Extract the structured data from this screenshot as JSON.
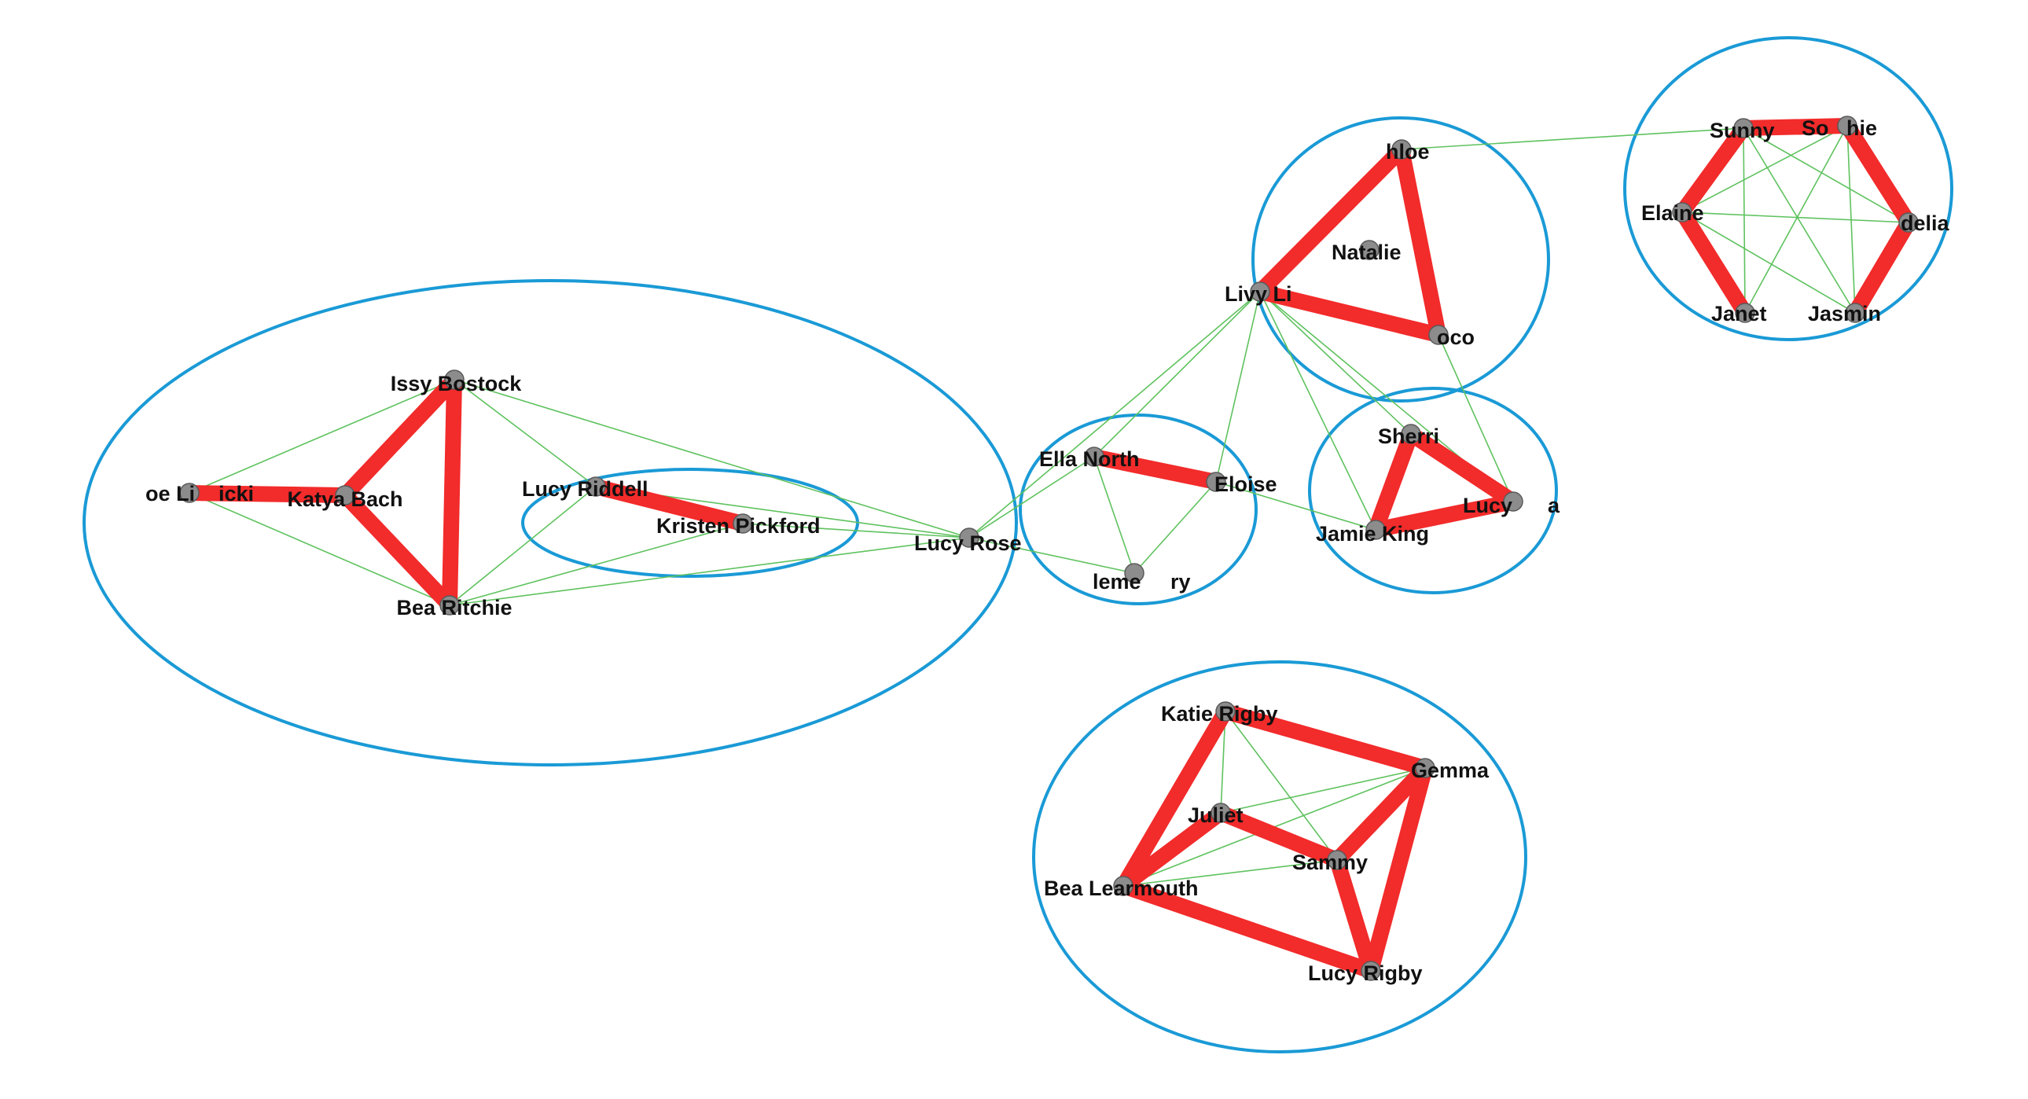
{
  "colors": {
    "background": "#ffffff",
    "strong_edge": "#f22b2b",
    "weak_edge": "#5fc25f",
    "node_fill": "#8c8c8c",
    "node_stroke": "#5a5a5a",
    "cluster_outline": "#1a9ad6",
    "label": "#111111"
  },
  "nodes": [
    {
      "id": "issy_bostock",
      "label": "Issy Bostock"
    },
    {
      "id": "zoe",
      "label": "oe Li    icki"
    },
    {
      "id": "katya_bach",
      "label": "Katya Bach"
    },
    {
      "id": "bea_ritchie",
      "label": "Bea Ritchie"
    },
    {
      "id": "lucy_riddell",
      "label": "Lucy Riddell"
    },
    {
      "id": "kristen_pickford",
      "label": "Kristen Pickford"
    },
    {
      "id": "lucy_rose",
      "label": "Lucy Rose"
    },
    {
      "id": "ella_north",
      "label": "Ella North"
    },
    {
      "id": "eloise",
      "label": "Eloise"
    },
    {
      "id": "clementry",
      "label": "leme     ry"
    },
    {
      "id": "chloe",
      "label": "hloe"
    },
    {
      "id": "natalie",
      "label": "Natalie"
    },
    {
      "id": "livy",
      "label": "Livy Li"
    },
    {
      "id": "coco",
      "label": "oco"
    },
    {
      "id": "sherri",
      "label": "Sherri"
    },
    {
      "id": "lucy_a",
      "label": "Lucy      a"
    },
    {
      "id": "jamie_king",
      "label": "Jamie King"
    },
    {
      "id": "sunny",
      "label": "Sunny"
    },
    {
      "id": "sophie",
      "label": "So   hie"
    },
    {
      "id": "elaine",
      "label": "Elaine"
    },
    {
      "id": "delia",
      "label": "delia"
    },
    {
      "id": "janet",
      "label": "Janet"
    },
    {
      "id": "jasmin",
      "label": "Jasmin"
    },
    {
      "id": "katie_rigby",
      "label": "Katie Rigby"
    },
    {
      "id": "gemma",
      "label": "Gemma"
    },
    {
      "id": "juliet",
      "label": "Juliet"
    },
    {
      "id": "sammy",
      "label": "Sammy"
    },
    {
      "id": "bea_learmouth",
      "label": "Bea Learmouth"
    },
    {
      "id": "lucy_rigby",
      "label": "Lucy Rigby"
    }
  ],
  "strong_edges": [
    [
      "zoe",
      "katya_bach"
    ],
    [
      "katya_bach",
      "issy_bostock"
    ],
    [
      "katya_bach",
      "bea_ritchie"
    ],
    [
      "issy_bostock",
      "bea_ritchie"
    ],
    [
      "lucy_riddell",
      "kristen_pickford"
    ],
    [
      "ella_north",
      "eloise"
    ],
    [
      "chloe",
      "livy"
    ],
    [
      "chloe",
      "coco"
    ],
    [
      "livy",
      "coco"
    ],
    [
      "sherri",
      "jamie_king"
    ],
    [
      "sherri",
      "lucy_a"
    ],
    [
      "jamie_king",
      "lucy_a"
    ],
    [
      "sunny",
      "sophie"
    ],
    [
      "sunny",
      "elaine"
    ],
    [
      "elaine",
      "janet"
    ],
    [
      "sophie",
      "delia"
    ],
    [
      "delia",
      "jasmin"
    ],
    [
      "katie_rigby",
      "gemma"
    ],
    [
      "katie_rigby",
      "bea_learmouth"
    ],
    [
      "juliet",
      "sammy"
    ],
    [
      "juliet",
      "bea_learmouth"
    ],
    [
      "gemma",
      "sammy"
    ],
    [
      "gemma",
      "lucy_rigby"
    ],
    [
      "sammy",
      "lucy_rigby"
    ],
    [
      "bea_learmouth",
      "lucy_rigby"
    ]
  ],
  "weak_edges": [
    [
      "issy_bostock",
      "zoe"
    ],
    [
      "zoe",
      "bea_ritchie"
    ],
    [
      "issy_bostock",
      "lucy_riddell"
    ],
    [
      "issy_bostock",
      "lucy_rose"
    ],
    [
      "bea_ritchie",
      "lucy_riddell"
    ],
    [
      "bea_ritchie",
      "kristen_pickford"
    ],
    [
      "bea_ritchie",
      "lucy_rose"
    ],
    [
      "lucy_riddell",
      "lucy_rose"
    ],
    [
      "kristen_pickford",
      "lucy_rose"
    ],
    [
      "lucy_rose",
      "ella_north"
    ],
    [
      "lucy_rose",
      "livy"
    ],
    [
      "ella_north",
      "clementry"
    ],
    [
      "eloise",
      "clementry"
    ],
    [
      "lucy_rose",
      "clementry"
    ],
    [
      "eloise",
      "jamie_king"
    ],
    [
      "ella_north",
      "livy"
    ],
    [
      "livy",
      "eloise"
    ],
    [
      "livy",
      "jamie_king"
    ],
    [
      "livy",
      "sherri"
    ],
    [
      "livy",
      "lucy_a"
    ],
    [
      "coco",
      "lucy_a"
    ],
    [
      "chloe",
      "sunny"
    ],
    [
      "sunny",
      "delia"
    ],
    [
      "sunny",
      "jasmin"
    ],
    [
      "sunny",
      "janet"
    ],
    [
      "sophie",
      "elaine"
    ],
    [
      "sophie",
      "janet"
    ],
    [
      "sophie",
      "jasmin"
    ],
    [
      "elaine",
      "delia"
    ],
    [
      "elaine",
      "jasmin"
    ],
    [
      "katie_rigby",
      "sammy"
    ],
    [
      "katie_rigby",
      "juliet"
    ],
    [
      "juliet",
      "gemma"
    ],
    [
      "bea_learmouth",
      "gemma"
    ],
    [
      "bea_learmouth",
      "sammy"
    ]
  ],
  "clusters": [
    {
      "id": "group-issy"
    },
    {
      "id": "group-lucy-riddell"
    },
    {
      "id": "group-ella"
    },
    {
      "id": "group-chloe"
    },
    {
      "id": "group-sherri"
    },
    {
      "id": "group-sunny"
    },
    {
      "id": "group-katie"
    }
  ]
}
